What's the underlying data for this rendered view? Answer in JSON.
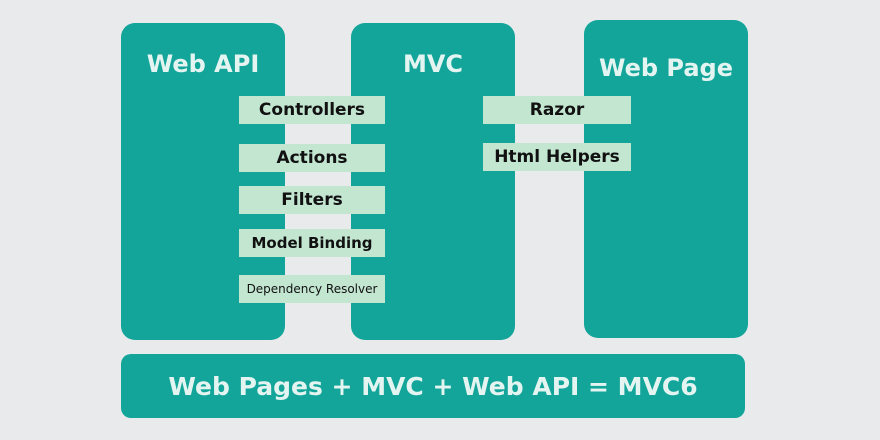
{
  "panels": {
    "web_api": {
      "title": "Web API"
    },
    "mvc": {
      "title": "MVC"
    },
    "web_page": {
      "title": "Web Page"
    }
  },
  "shared_components": [
    "Controllers",
    "Actions",
    "Filters",
    "Model Binding",
    "Dependency Resolver"
  ],
  "view_components": [
    "Razor",
    "Html Helpers"
  ],
  "banner": {
    "text": "Web Pages + MVC + Web API = MVC6"
  },
  "colors": {
    "panel": "#14a59a",
    "chip": "#c3e6d1",
    "background": "#e8eaec",
    "title_text": "#e4f5f1"
  }
}
